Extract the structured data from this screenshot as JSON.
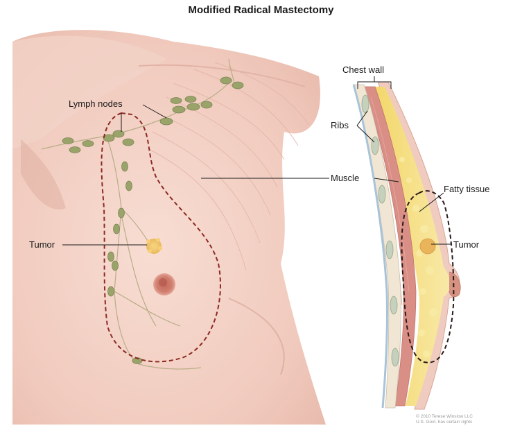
{
  "title": "Modified Radical Mastectomy",
  "labels": {
    "lymph_nodes": "Lymph nodes",
    "tumor_left": "Tumor",
    "chest_wall": "Chest wall",
    "ribs": "Ribs",
    "muscle": "Muscle",
    "fatty_tissue": "Fatty tissue",
    "tumor_right": "Tumor"
  },
  "copyright": {
    "line1": "© 2010 Terese Winslow LLC",
    "line2": "U.S. Govt. has certain rights"
  },
  "colors": {
    "skin": "#f2cfc4",
    "skin_shadow": "#e3b3a5",
    "lymph": "#9aa36a",
    "muscle": "#d98f86",
    "fat": "#f2dc7a",
    "rib": "#cfd7c8",
    "dashed": "#8a2a22"
  }
}
